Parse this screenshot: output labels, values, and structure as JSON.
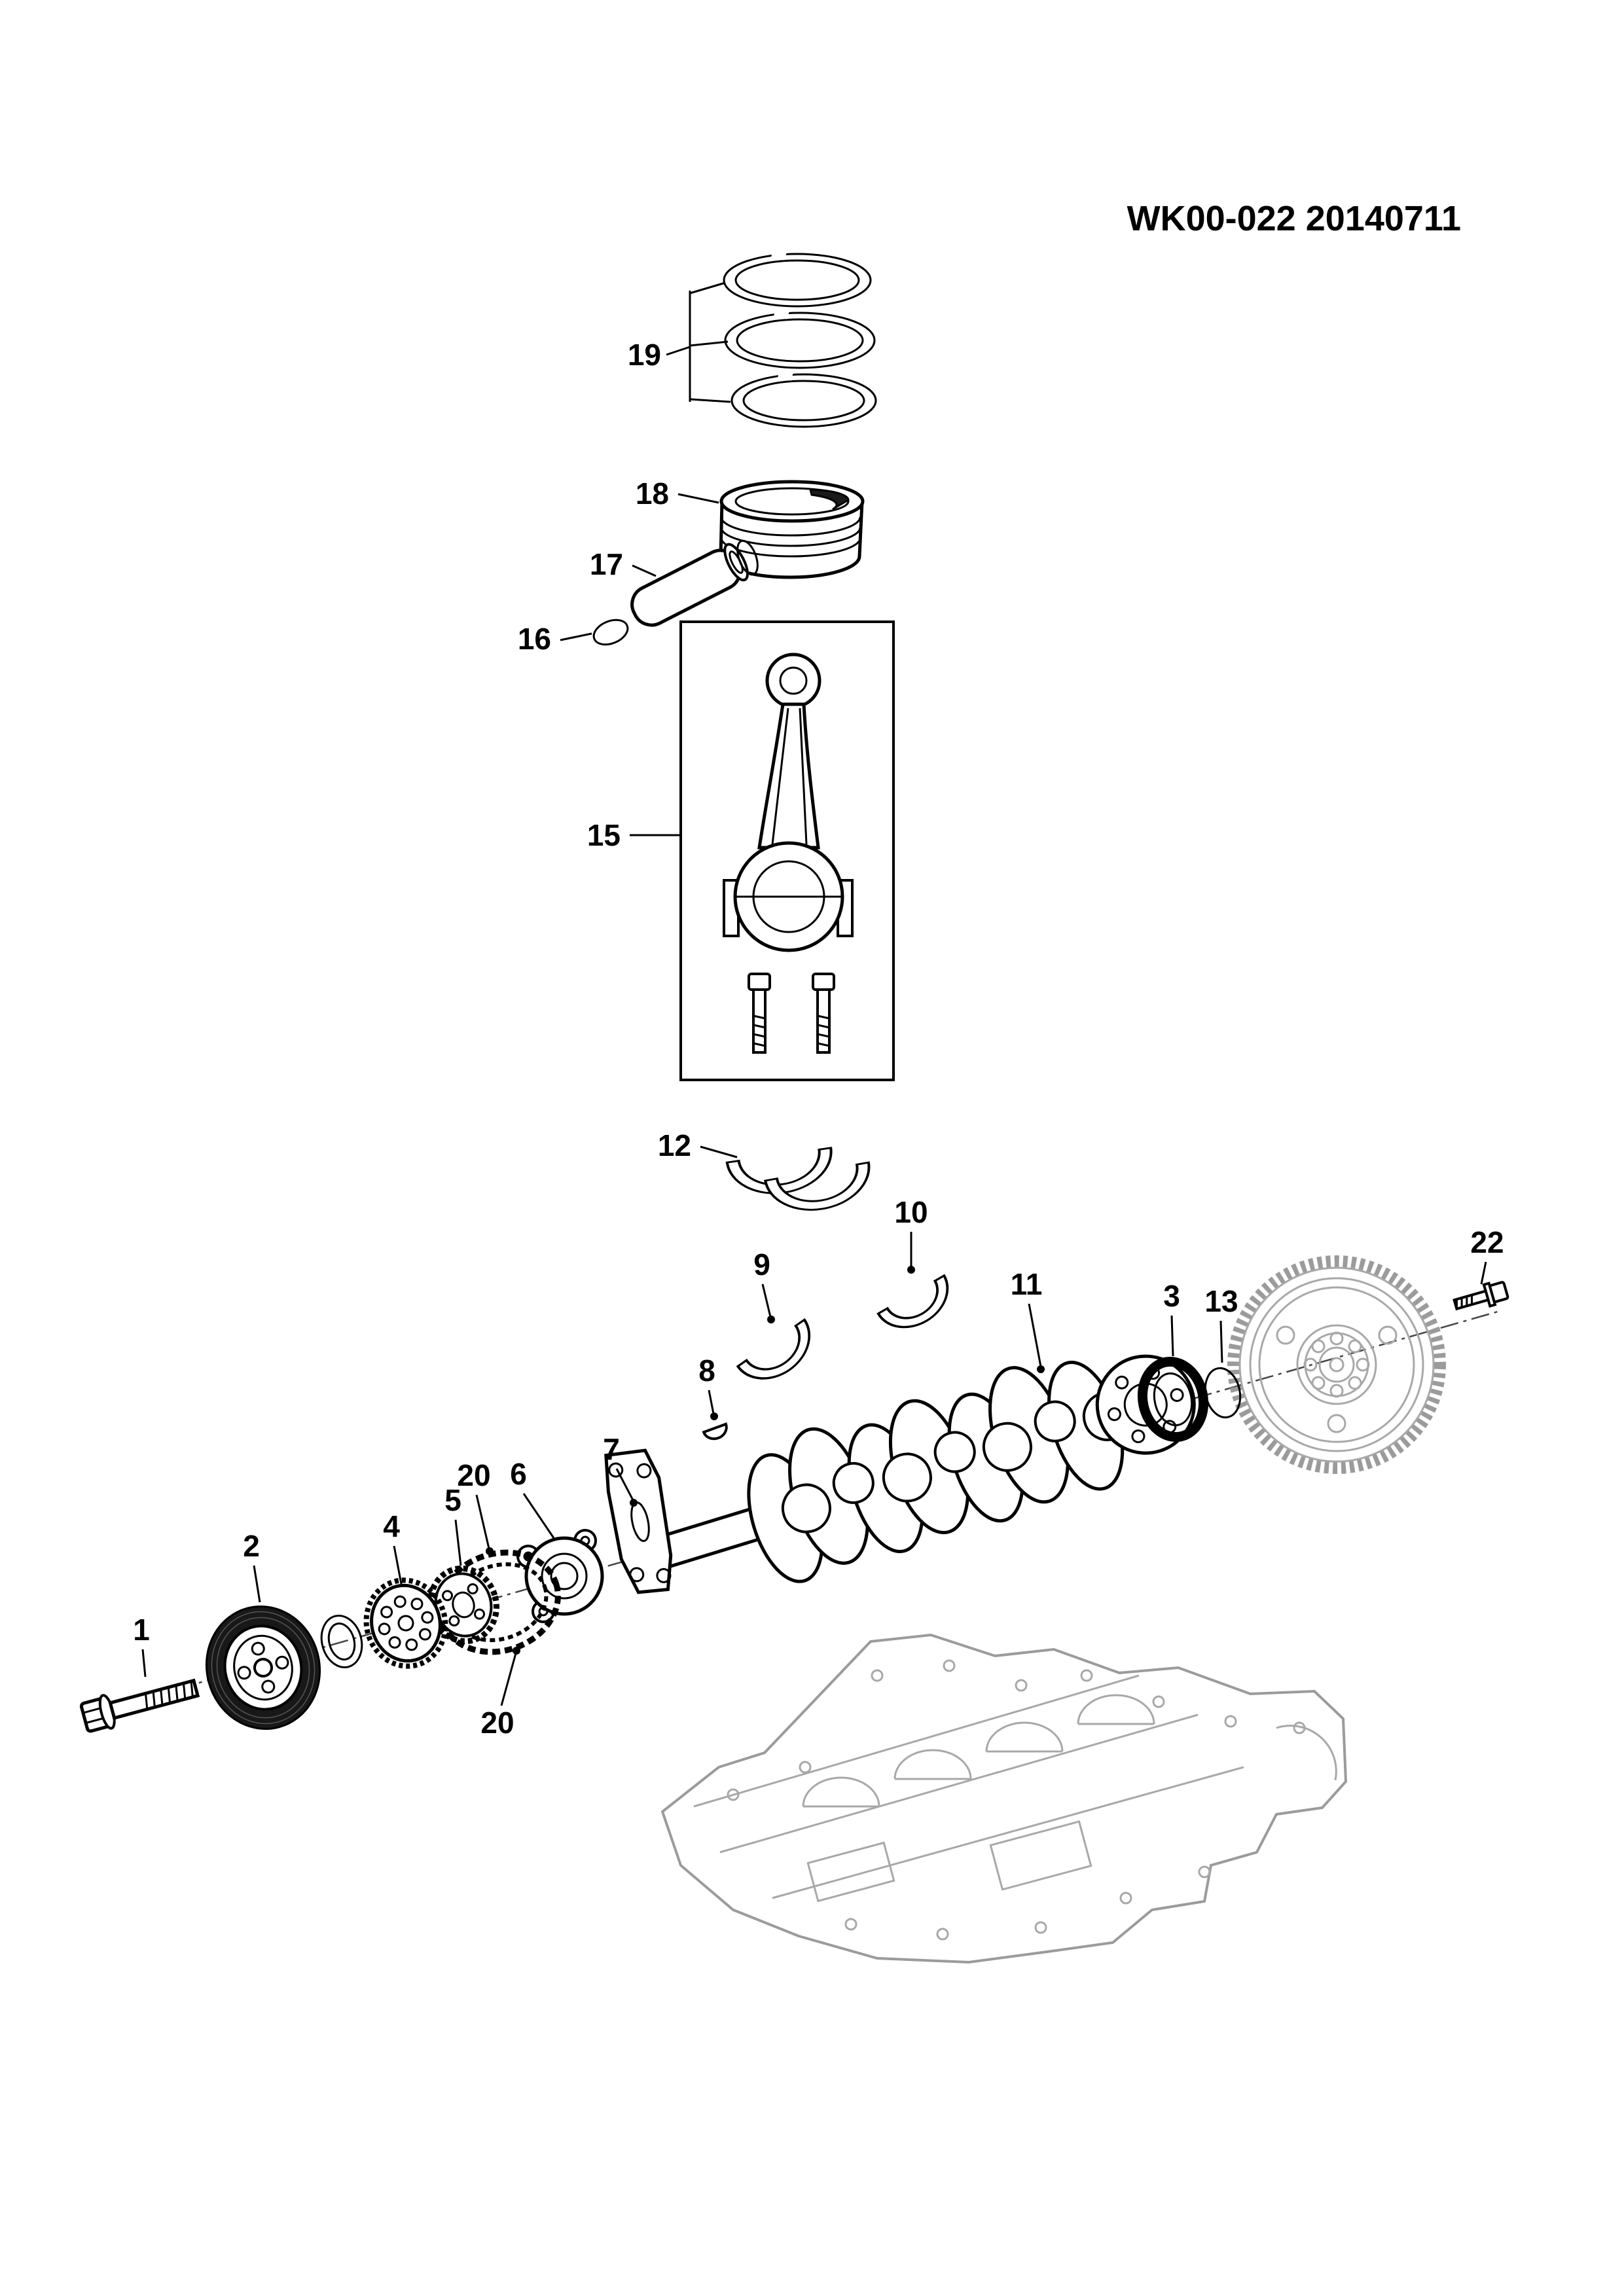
{
  "title": "WK00-022 20140711",
  "callouts": {
    "c1": "1",
    "c2": "2",
    "c3": "3",
    "c4": "4",
    "c5": "5",
    "c6": "6",
    "c7": "7",
    "c8": "8",
    "c9": "9",
    "c10": "10",
    "c11": "11",
    "c12": "12",
    "c13": "13",
    "c15": "15",
    "c16": "16",
    "c17": "17",
    "c18": "18",
    "c19": "19",
    "c20a": "20",
    "c20b": "20",
    "c22": "22"
  }
}
